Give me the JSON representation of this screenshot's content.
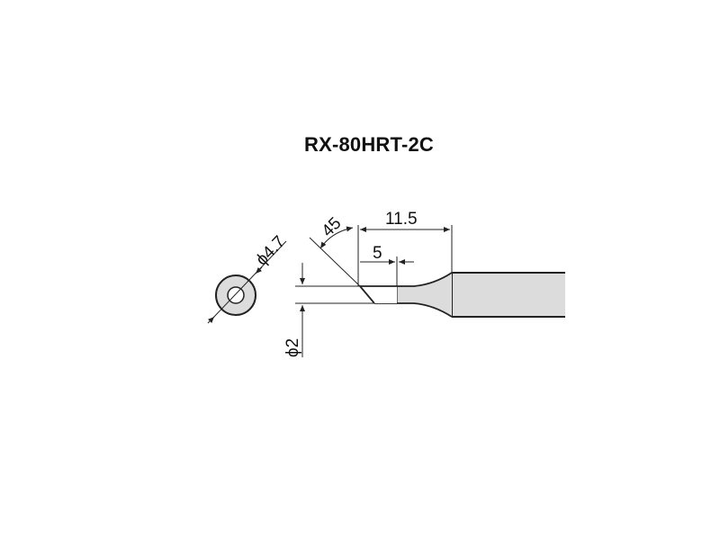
{
  "title": "RX-80HRT-2C",
  "dimensions": {
    "angle": "45",
    "total_length": "11.5",
    "tip_length": "5",
    "body_diameter": "ϕ4.7",
    "tip_diameter": "ϕ2"
  },
  "colors": {
    "shaft_fill": "#dcdcdc",
    "line": "#222222"
  }
}
